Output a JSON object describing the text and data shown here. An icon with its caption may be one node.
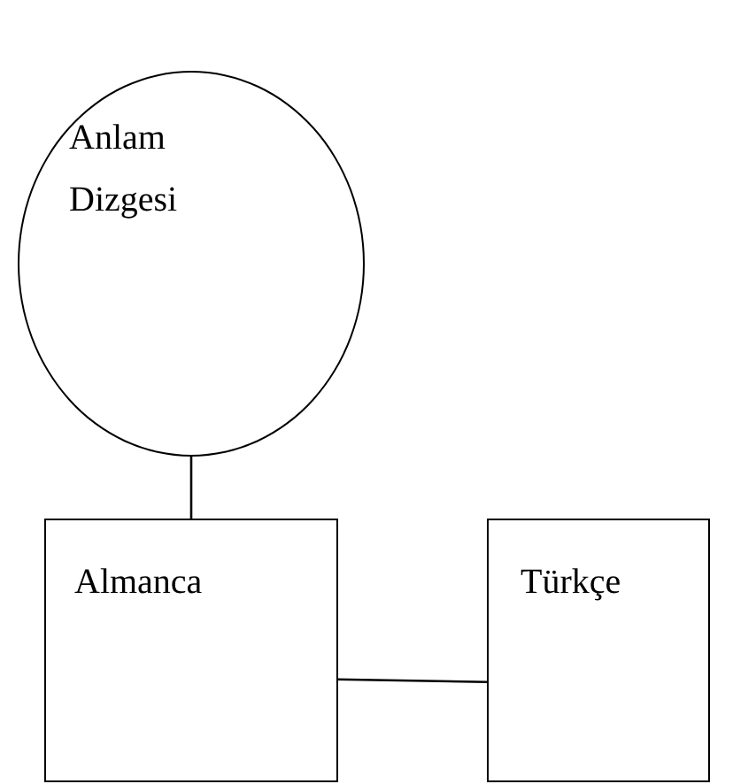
{
  "diagram": {
    "nodes": [
      {
        "text": [
          "Anlam Dizgesi"
        ]
      },
      {
        "text": [
          "Almanca"
        ]
      },
      {
        "text": [
          "Türkçe"
        ]
      }
    ],
    "edges": [
      {
        "from": 0,
        "to": 1,
        "arrow": "none"
      },
      {
        "from": 1,
        "to": 2,
        "arrow": "none"
      }
    ]
  }
}
